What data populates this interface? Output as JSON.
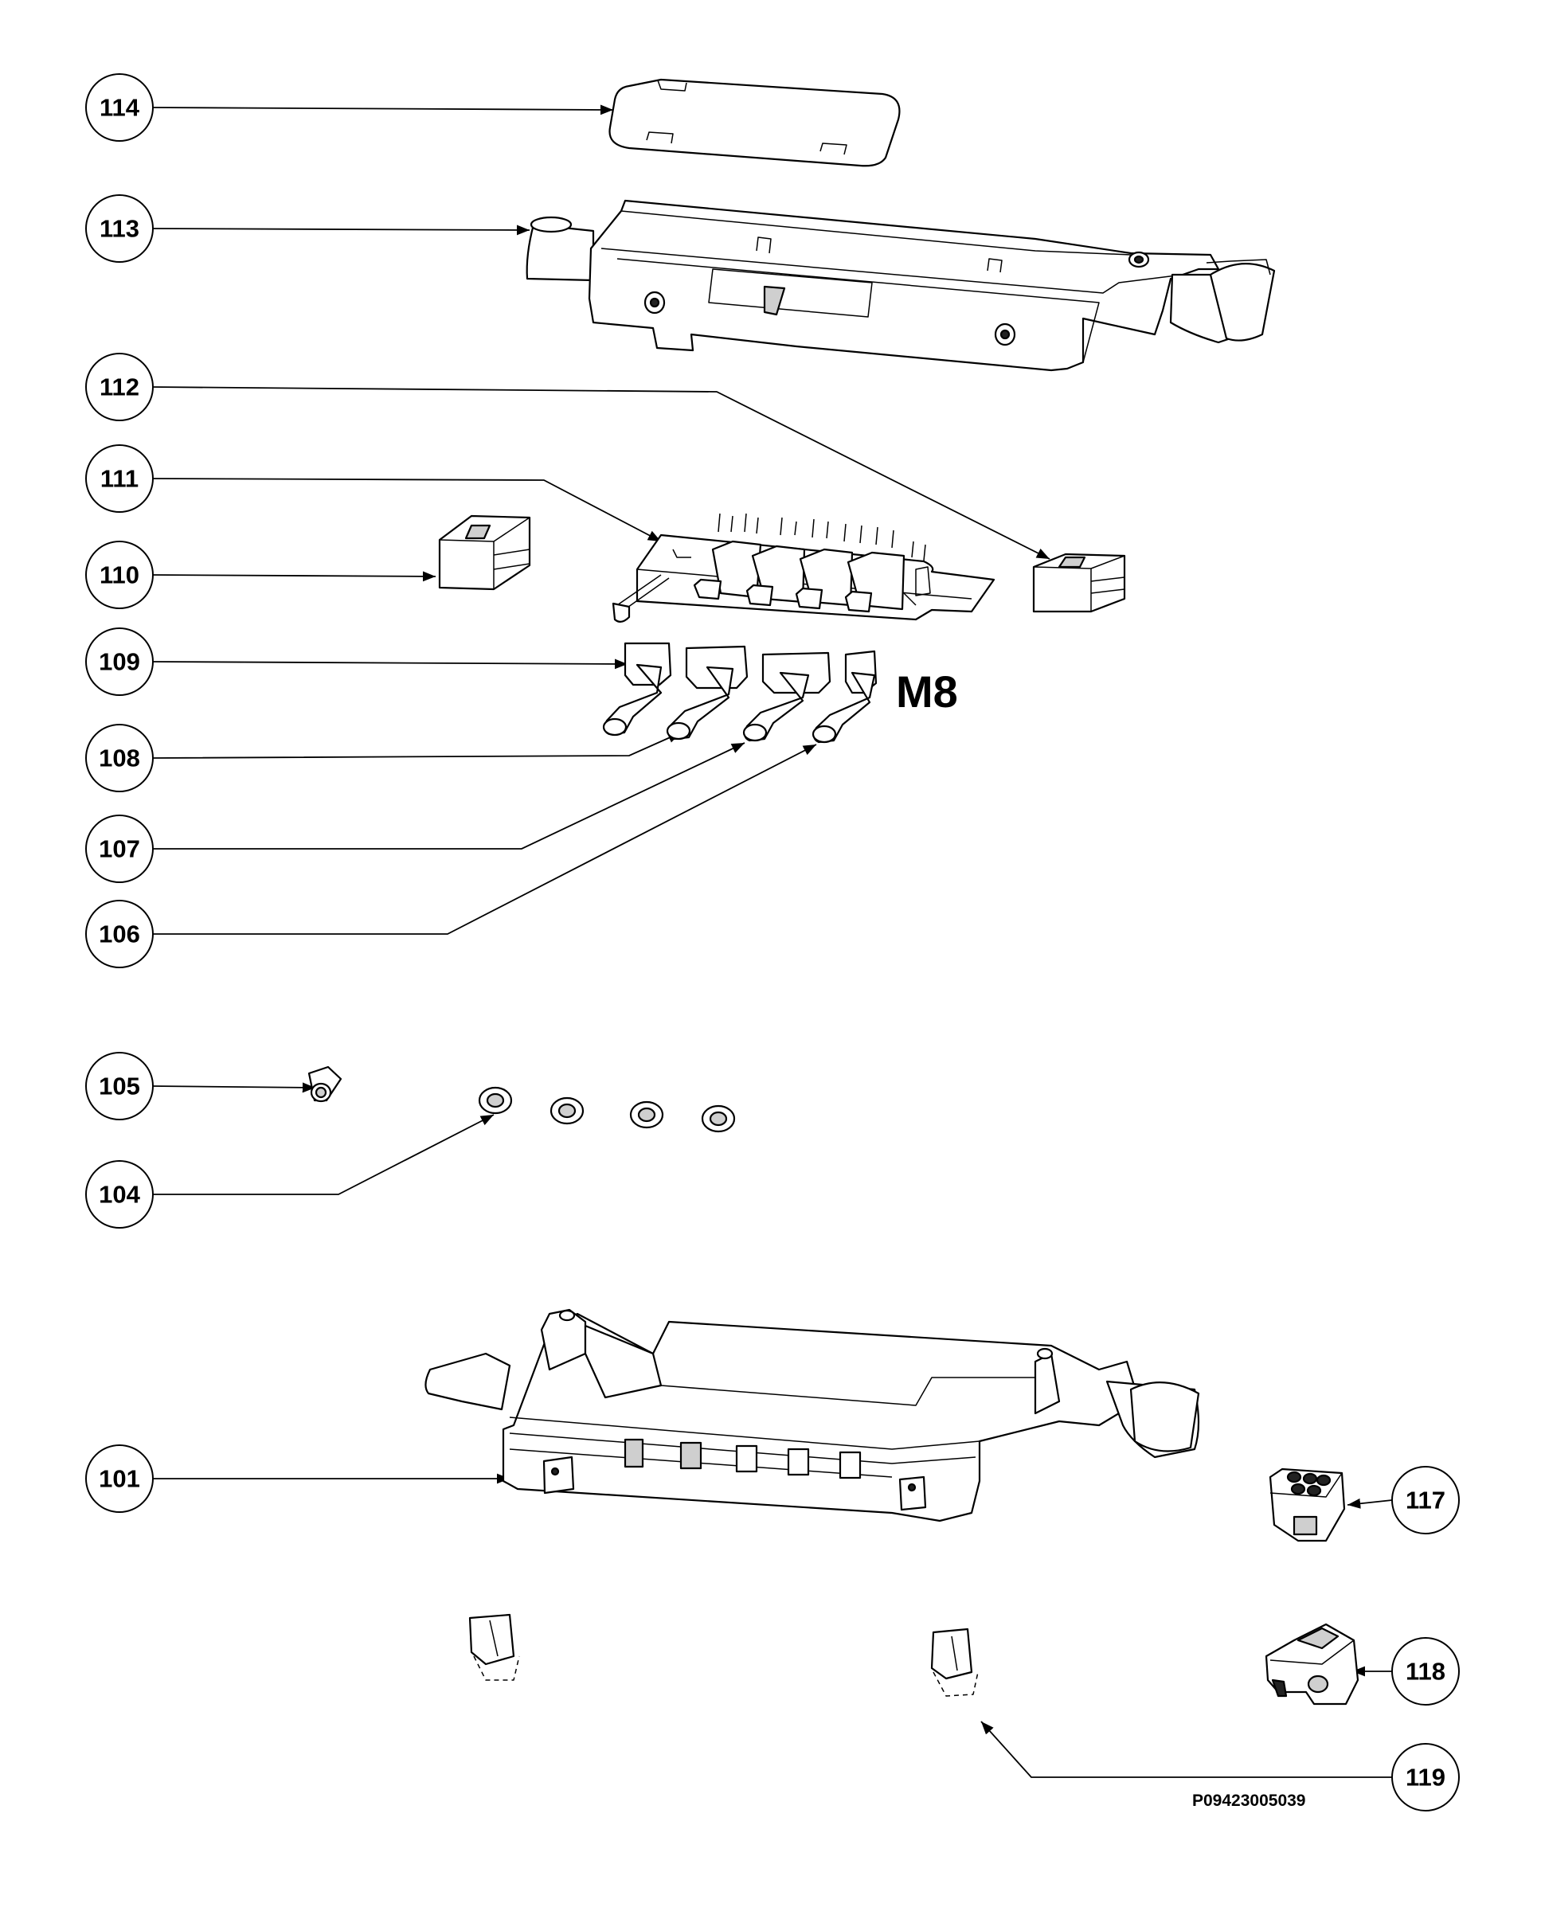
{
  "callouts": {
    "c114": "114",
    "c113": "113",
    "c112": "112",
    "c111": "111",
    "c110": "110",
    "c109": "109",
    "c108": "108",
    "c107": "107",
    "c106": "106",
    "c105": "105",
    "c104": "104",
    "c101": "101",
    "c117": "117",
    "c118": "118",
    "c119": "119"
  },
  "model_label": "M8",
  "drawing_code": "P09423005039"
}
